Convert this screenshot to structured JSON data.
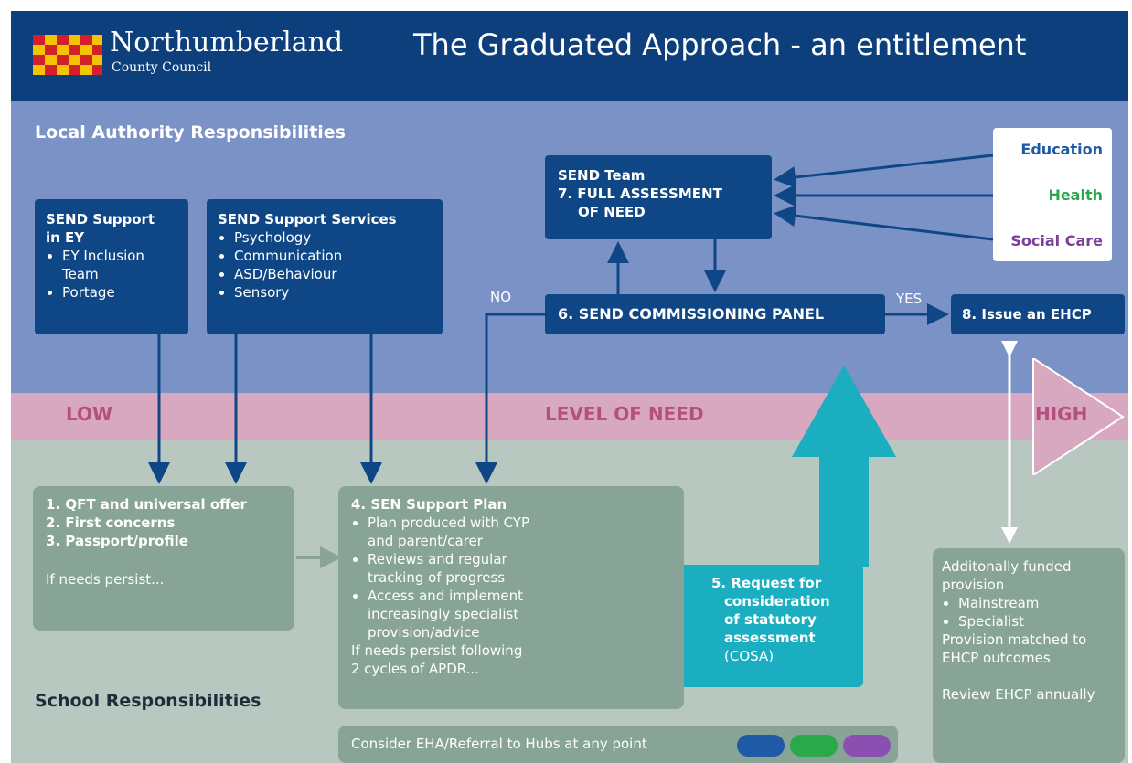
{
  "header": {
    "org_name": "Northumberland",
    "org_subtitle": "County Council",
    "title": "The Graduated Approach - an entitlement"
  },
  "la_section": {
    "title": "Local Authority Responsibilities",
    "ey_box": {
      "title_line1": "SEND Support",
      "title_line2": "in EY",
      "items": [
        "EY Inclusion Team",
        "Portage"
      ]
    },
    "services_box": {
      "title": "SEND Support Services",
      "items": [
        "Psychology",
        "Communication",
        "ASD/Behaviour",
        "Sensory"
      ]
    },
    "assessment_box": {
      "line1": "SEND Team",
      "line2": "7. FULL ASSESSMENT",
      "line3": "OF NEED"
    },
    "panel_box": "6. SEND COMMISSIONING PANEL",
    "ehcp_box": "8. Issue an EHCP",
    "no_label": "NO",
    "yes_label": "YES",
    "agencies": [
      {
        "label": "Education",
        "color": "#1f5aa6"
      },
      {
        "label": "Health",
        "color": "#2aa84a"
      },
      {
        "label": "Social Care",
        "color": "#7a3f9a"
      }
    ]
  },
  "level_band": {
    "low": "LOW",
    "middle": "LEVEL OF NEED",
    "high": "HIGH"
  },
  "school_section": {
    "title": "School Responsibilities",
    "qft_box": {
      "line1": "1. QFT and universal offer",
      "line2": "2. First concerns",
      "line3": "3. Passport/profile",
      "note": "If needs persist..."
    },
    "plan_box": {
      "title": "4. SEN Support Plan",
      "items": [
        "Plan produced with CYP and parent/carer",
        "Reviews and regular tracking of progress",
        "Access and implement increasingly specialist provision/advice"
      ],
      "note": "If needs persist following 2 cycles of APDR..."
    },
    "cosa_box": {
      "line1": "5. Request for",
      "line2": "consideration",
      "line3": "of statutory",
      "line4": "assessment",
      "line5": "(COSA)"
    },
    "additional_box": {
      "intro": "Additonally funded provision",
      "items": [
        "Mainstream",
        "Specialist"
      ],
      "matched": "Provision matched to EHCP outcomes",
      "review": "Review EHCP annually"
    },
    "hubs_box": "Consider EHA/Referral to Hubs at any point"
  },
  "colors": {
    "header": "#0d3f7c",
    "la_band": "#7a92c6",
    "need_band": "#d8a8c0",
    "school_band": "#b9c7c1",
    "box_blue": "#0f4786",
    "box_green": "#87a497",
    "cosa_teal": "#1aaec0",
    "dots": [
      "#1f5aa6",
      "#2aa84a",
      "#8a4fb0"
    ]
  }
}
